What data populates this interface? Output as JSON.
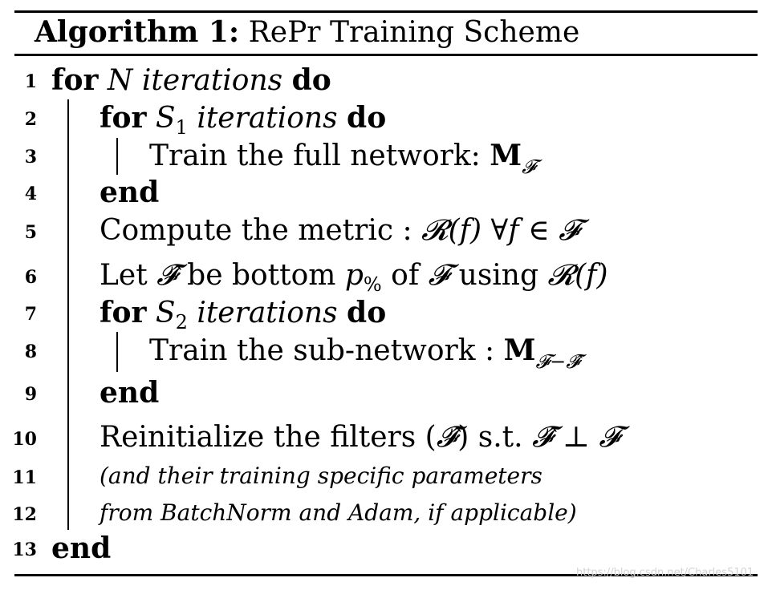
{
  "algorithm": {
    "label": "Algorithm 1:",
    "title": "RePr Training Scheme"
  },
  "lines": [
    {
      "no": "1",
      "kw1": "for",
      "var": "N",
      "rest": " iterations ",
      "kw2": "do"
    },
    {
      "no": "2",
      "kw1": "for",
      "var": "S",
      "sub": "1",
      "rest": " iterations ",
      "kw2": "do"
    },
    {
      "no": "3",
      "text": "Train the full network: ",
      "bold": "M",
      "subscript": "𝓕"
    },
    {
      "no": "4",
      "kw1": "end"
    },
    {
      "no": "5",
      "text": "Compute the metric : ",
      "math": "𝓡(f) ∀f ∈ 𝓕"
    },
    {
      "no": "6",
      "text1": "Let ",
      "math1": "𝓕̂",
      "text2": " be bottom ",
      "math2": "p",
      "sub": "%",
      "text3": " of ",
      "math3": "𝓕",
      "text4": " using ",
      "math4": "𝓡(f)"
    },
    {
      "no": "7",
      "kw1": "for",
      "var": "S",
      "sub": "2",
      "rest": " iterations ",
      "kw2": "do"
    },
    {
      "no": "8",
      "text": "Train the sub-network : ",
      "bold": "M",
      "subscript": "𝓕−𝓕̂"
    },
    {
      "no": "9",
      "kw1": "end"
    },
    {
      "no": "10",
      "text1": "Reinitialize the filters (",
      "math1": "𝓕̂",
      "text2": ") s.t. ",
      "math2": "𝓕̂ ⊥ 𝓕"
    },
    {
      "no": "11",
      "text": "(and their training specific parameters"
    },
    {
      "no": "12",
      "text": "from BatchNorm and Adam, if applicable)"
    },
    {
      "no": "13",
      "kw1": "end"
    }
  ],
  "watermark": "https://blog.csdn.net/Charles5101"
}
